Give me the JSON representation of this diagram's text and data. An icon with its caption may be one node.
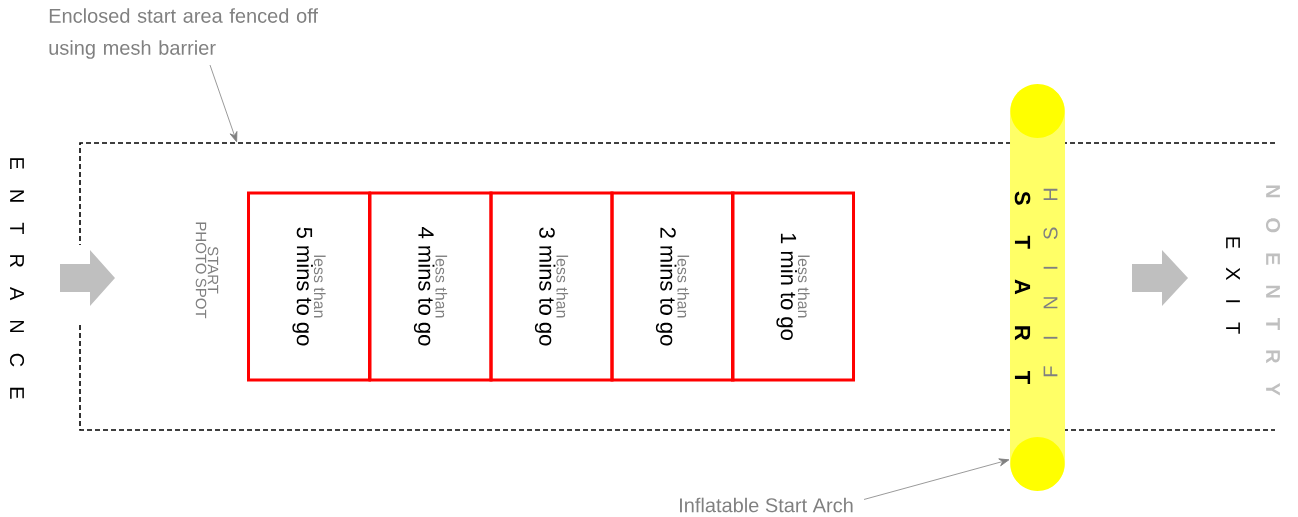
{
  "diagram": {
    "nodes": [
      {
        "text": [],
        "shape": "box"
      },
      {
        "text": [
          "Enclosed start area fenced off using mesh barrier"
        ]
      },
      {
        "text": [
          "less than",
          "5 mins to go"
        ],
        "in": 0
      },
      {
        "text": [
          "less than",
          "4 mins to go"
        ],
        "in": 0
      },
      {
        "text": [
          "less than",
          "3 mins to go"
        ],
        "in": 0
      },
      {
        "text": [
          "less than",
          "2 mins to go"
        ],
        "in": 0
      },
      {
        "text": [
          "less than",
          "1 min to go"
        ],
        "in": 0
      },
      {
        "text": [
          "S T A R T",
          "F I N I S H"
        ]
      },
      {
        "text": [
          "Inflatable Start Arch"
        ]
      }
    ],
    "edges": [
      {
        "from": 1,
        "to": 0,
        "arrow": "to"
      },
      {
        "from": 8,
        "to": 7,
        "arrow": "to"
      }
    ],
    "labels": [
      "E N T R A N C E",
      "START PHOTO SPOT",
      "E X I T",
      "N O  E N T R Y"
    ]
  }
}
